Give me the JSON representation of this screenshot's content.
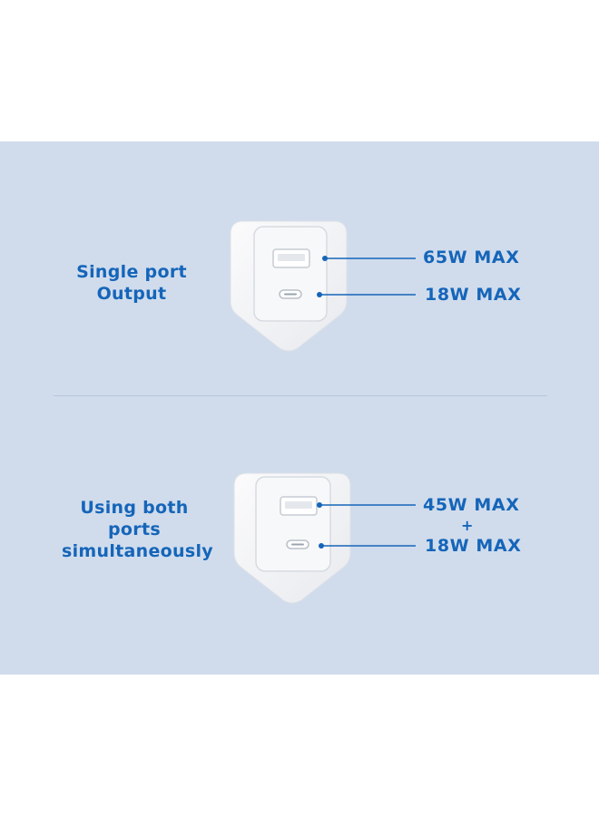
{
  "section_single": {
    "label_line1": "Single port",
    "label_line2": "Output",
    "port_a_spec": "65W MAX",
    "port_c_spec": "18W MAX"
  },
  "section_both": {
    "label_line1": "Using both",
    "label_line2": "ports",
    "label_line3": "simultaneously",
    "port_a_spec": "45W MAX",
    "plus": "+",
    "port_c_spec": "18W MAX"
  },
  "colors": {
    "accent_blue": "#1565b9",
    "panel_background": "#d0dcec",
    "charger_body": "#f5f6f8"
  },
  "icons": [
    "charger-illustration",
    "usb-a-port-icon",
    "usb-c-port-icon"
  ]
}
